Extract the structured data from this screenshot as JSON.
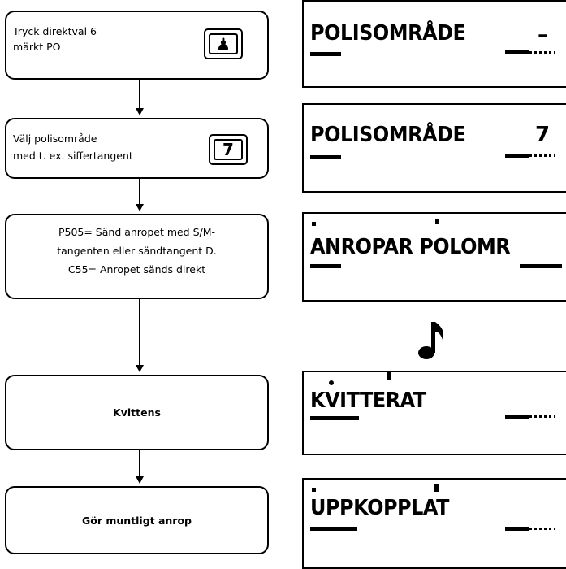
{
  "flow": {
    "step1": {
      "line1": "Tryck direktval 6",
      "line2": "märkt PO",
      "key": "♟"
    },
    "step2": {
      "line1": "Välj polisområde",
      "line2": "med t. ex. siffertangent",
      "key": "7"
    },
    "step3": {
      "line1": "P505= Sänd anropet med S/M-",
      "line2": "tangenten eller sändtangent D.",
      "line3": "C55= Anropet sänds direkt"
    },
    "step4": {
      "text": "Kvittens"
    },
    "step5": {
      "text": "Gör muntligt anrop"
    }
  },
  "displays": [
    {
      "text": "POLISOMRÅDE",
      "suffix": "–"
    },
    {
      "text": "POLISOMRÅDE",
      "suffix": "7"
    },
    {
      "text": "ANROPAR POLOMR",
      "suffix": ""
    },
    {
      "text": "KVITTERAT",
      "suffix": ""
    },
    {
      "text": "UPPKOPPLAT",
      "suffix": ""
    }
  ],
  "icons": {
    "note": "music-note-icon"
  }
}
